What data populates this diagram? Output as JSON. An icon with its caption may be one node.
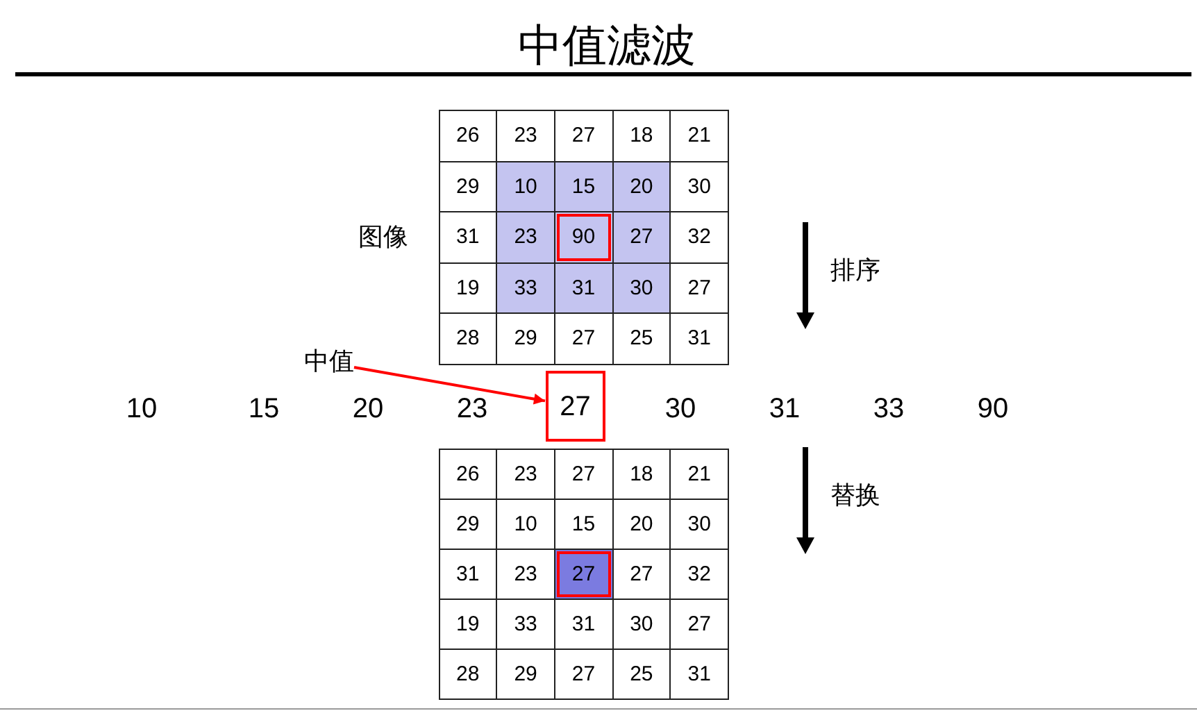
{
  "diagram": {
    "title": "中值滤波",
    "nodes": [
      {
        "text": [
          "26"
        ]
      },
      {
        "text": [
          "23"
        ]
      },
      {
        "text": [
          "27"
        ]
      },
      {
        "text": [
          "18"
        ]
      },
      {
        "text": [
          "21"
        ]
      },
      {
        "text": [
          "29"
        ]
      },
      {
        "text": [
          "10"
        ]
      },
      {
        "text": [
          "15"
        ]
      },
      {
        "text": [
          "20"
        ]
      },
      {
        "text": [
          "30"
        ]
      },
      {
        "text": [
          "31"
        ]
      },
      {
        "text": [
          "23"
        ]
      },
      {
        "text": [
          "90"
        ]
      },
      {
        "text": [
          "27"
        ]
      },
      {
        "text": [
          "32"
        ]
      },
      {
        "text": [
          "19"
        ]
      },
      {
        "text": [
          "33"
        ]
      },
      {
        "text": [
          "31"
        ]
      },
      {
        "text": [
          "30"
        ]
      },
      {
        "text": [
          "27"
        ]
      },
      {
        "text": [
          "28"
        ]
      },
      {
        "text": [
          "29"
        ]
      },
      {
        "text": [
          "27"
        ]
      },
      {
        "text": [
          "25"
        ]
      },
      {
        "text": [
          "31"
        ]
      },
      {
        "text": [
          "中值"
        ]
      },
      {
        "text": [
          "27"
        ]
      },
      {
        "text": [
          "26"
        ]
      },
      {
        "text": [
          "23"
        ]
      },
      {
        "text": [
          "27"
        ]
      },
      {
        "text": [
          "18"
        ]
      },
      {
        "text": [
          "21"
        ]
      },
      {
        "text": [
          "29"
        ]
      },
      {
        "text": [
          "10"
        ]
      },
      {
        "text": [
          "15"
        ]
      },
      {
        "text": [
          "20"
        ]
      },
      {
        "text": [
          "30"
        ]
      },
      {
        "text": [
          "31"
        ]
      },
      {
        "text": [
          "23"
        ]
      },
      {
        "text": [
          "27"
        ]
      },
      {
        "text": [
          "27"
        ]
      },
      {
        "text": [
          "32"
        ]
      },
      {
        "text": [
          "19"
        ]
      },
      {
        "text": [
          "33"
        ]
      },
      {
        "text": [
          "31"
        ]
      },
      {
        "text": [
          "30"
        ]
      },
      {
        "text": [
          "27"
        ]
      },
      {
        "text": [
          "28"
        ]
      },
      {
        "text": [
          "29"
        ]
      },
      {
        "text": [
          "27"
        ]
      },
      {
        "text": [
          "25"
        ]
      },
      {
        "text": [
          "31"
        ]
      }
    ],
    "edges": [
      {
        "from": 25,
        "to": 26,
        "arrow": "to",
        "color": "#ff0000"
      }
    ],
    "labels": [
      "图像",
      "排序",
      "10",
      "15",
      "20",
      "23",
      "30",
      "31",
      "33",
      "90",
      "替换"
    ]
  }
}
